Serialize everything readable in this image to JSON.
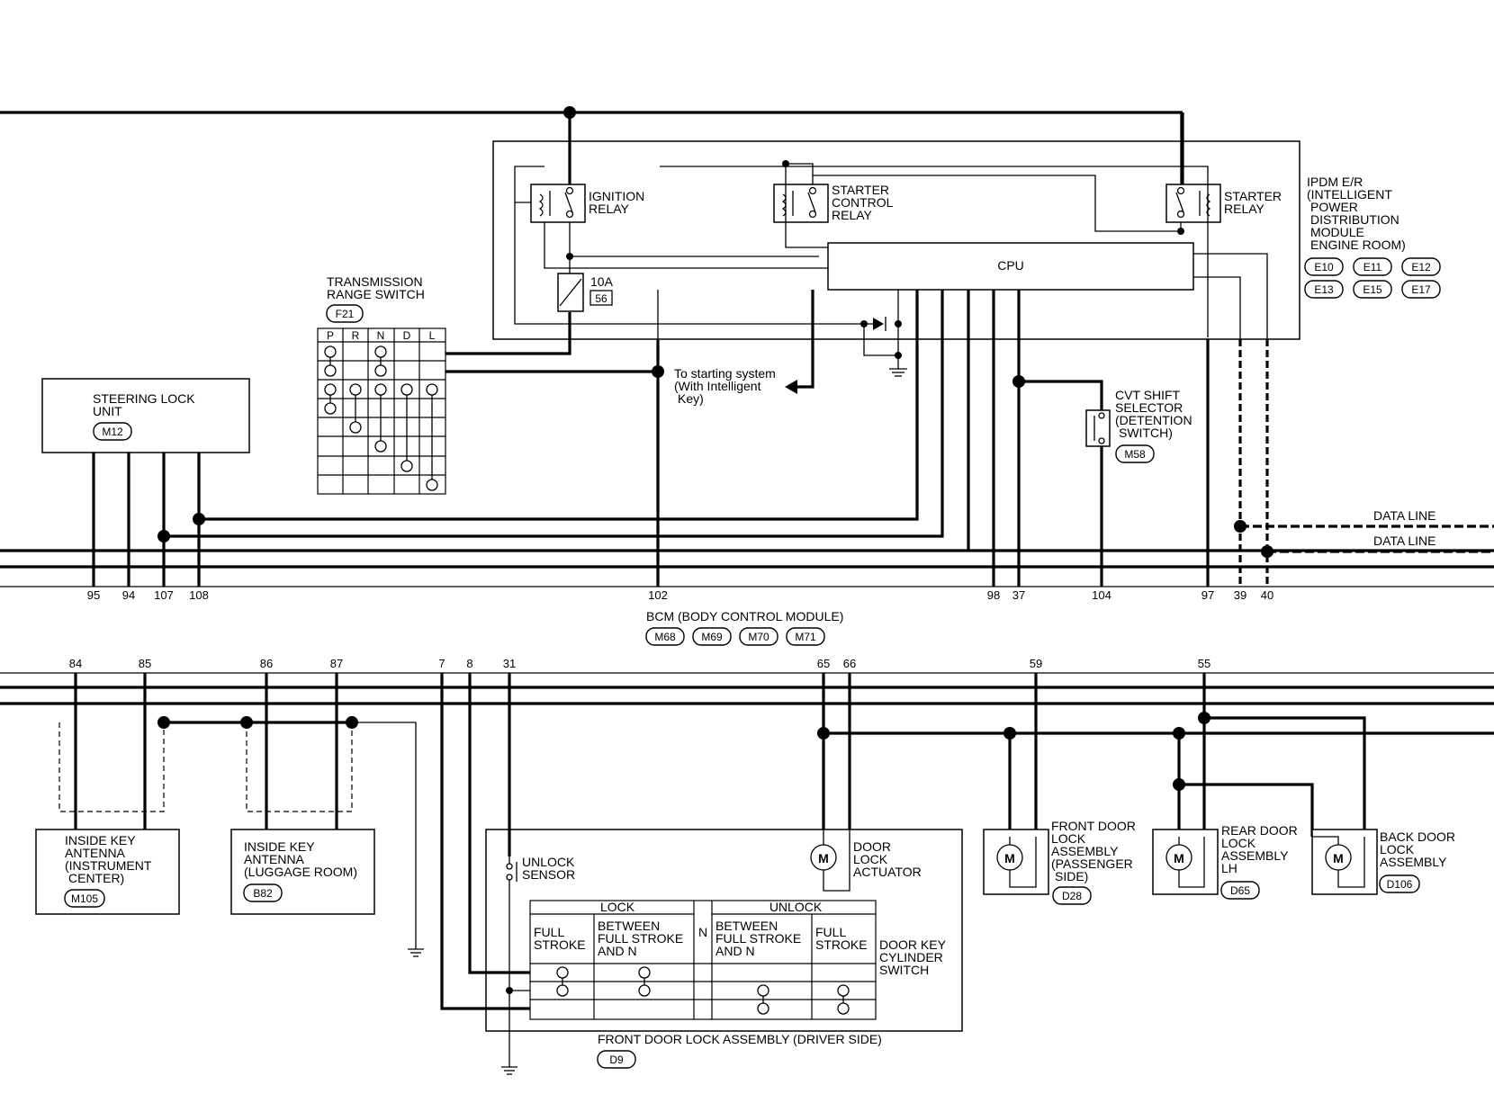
{
  "ipdm": {
    "title_lines": [
      "IPDM E/R",
      "(INTELLIGENT",
      "POWER",
      "DISTRIBUTION",
      "MODULE",
      "ENGINE ROOM)"
    ],
    "connectors": [
      "E10",
      "E11",
      "E12",
      "E13",
      "E15",
      "E17"
    ],
    "ignition_relay": [
      "IGNITION",
      "RELAY"
    ],
    "starter_control_relay": [
      "STARTER",
      "CONTROL",
      "RELAY"
    ],
    "starter_relay": [
      "STARTER",
      "RELAY"
    ],
    "cpu": "CPU",
    "fuse_amp": "10A",
    "fuse_no": "56"
  },
  "transmission_range_switch": {
    "title_lines": [
      "TRANSMISSION",
      "RANGE SWITCH"
    ],
    "connector": "F21",
    "positions": [
      "P",
      "R",
      "N",
      "D",
      "L"
    ]
  },
  "starting_note": [
    "To starting system",
    "(With Intelligent",
    "Key)"
  ],
  "steering_lock": {
    "title_lines": [
      "STEERING LOCK",
      "UNIT"
    ],
    "connector": "M12"
  },
  "cvt_shift": {
    "title_lines": [
      "CVT SHIFT",
      "SELECTOR",
      "(DETENTION",
      "SWITCH)"
    ],
    "connector": "M58"
  },
  "data_line": "DATA LINE",
  "bcm": {
    "title": "BCM (BODY CONTROL MODULE)",
    "connectors": [
      "M68",
      "M69",
      "M70",
      "M71"
    ],
    "pins_top": [
      "95",
      "94",
      "107",
      "108",
      "102",
      "98",
      "37",
      "104",
      "97",
      "39",
      "40"
    ],
    "pins_bottom": [
      "84",
      "85",
      "86",
      "87",
      "7",
      "8",
      "31",
      "65",
      "66",
      "59",
      "55"
    ]
  },
  "antenna_instrument": {
    "title_lines": [
      "INSIDE KEY",
      "ANTENNA",
      "(INSTRUMENT",
      "CENTER)"
    ],
    "connector": "M105"
  },
  "antenna_luggage": {
    "title_lines": [
      "INSIDE KEY",
      "ANTENNA",
      "(LUGGAGE ROOM)"
    ],
    "connector": "B82"
  },
  "unlock_sensor": [
    "UNLOCK",
    "SENSOR"
  ],
  "door_lock_actuator": [
    "DOOR",
    "LOCK",
    "ACTUATOR"
  ],
  "motor": "M",
  "key_cylinder": {
    "lock": "LOCK",
    "unlock": "UNLOCK",
    "neutral": "N",
    "full_stroke": [
      "FULL",
      "STROKE"
    ],
    "between": [
      "BETWEEN",
      "FULL STROKE",
      "AND N"
    ],
    "title_lines": [
      "DOOR KEY",
      "CYLINDER",
      "SWITCH"
    ]
  },
  "driver_door": {
    "title": "FRONT DOOR LOCK ASSEMBLY (DRIVER SIDE)",
    "connector": "D9"
  },
  "passenger_door": {
    "title_lines": [
      "FRONT DOOR",
      "LOCK",
      "ASSEMBLY",
      "(PASSENGER",
      "SIDE)"
    ],
    "connector": "D28"
  },
  "rear_door": {
    "title_lines": [
      "REAR DOOR",
      "LOCK",
      "ASSEMBLY",
      "LH"
    ],
    "connector": "D65"
  },
  "back_door": {
    "title_lines": [
      "BACK DOOR",
      "LOCK",
      "ASSEMBLY"
    ],
    "connector": "D106"
  }
}
